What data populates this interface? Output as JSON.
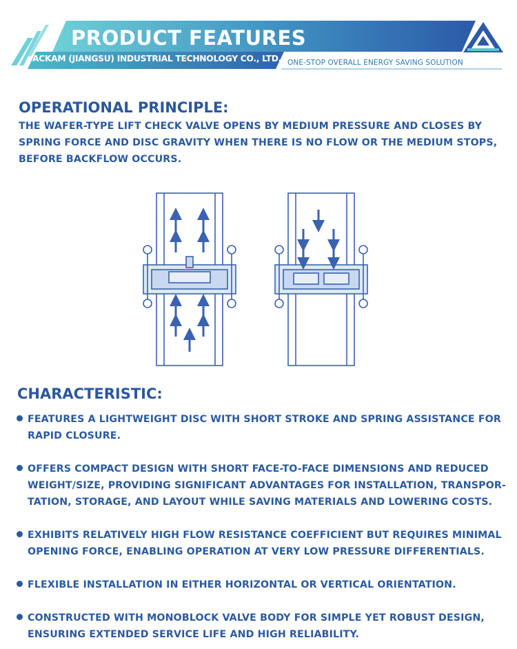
{
  "header": {
    "title": "PRODUCT FEATURES",
    "company": "ACKAM (JIANGSU) INDUSTRIAL TECHNOLOGY CO., LTD.",
    "slogan": "ONE-STOP OVERALL ENERGY SAVING SOLUTION",
    "logo_icon": "triangle-a-logo"
  },
  "principle": {
    "heading": "OPERATIONAL PRINCIPLE:",
    "lines": [
      "THE WAFER-TYPE LIFT CHECK VALVE OPENS BY MEDIUM PRESSURE AND CLOSES BY",
      "SPRING FORCE AND DISC GRAVITY WHEN THERE IS NO FLOW OR THE MEDIUM STOPS,",
      "BEFORE BACKFLOW OCCURS."
    ]
  },
  "diagram": {
    "left_icon": "valve-open-diagram",
    "right_icon": "valve-closed-diagram"
  },
  "characteristic": {
    "heading": "CHARACTERISTIC:",
    "items": [
      {
        "lines": [
          "FEATURES A LIGHTWEIGHT DISC WITH SHORT STROKE AND SPRING ASSISTANCE FOR",
          "RAPID CLOSURE."
        ]
      },
      {
        "lines": [
          "OFFERS COMPACT DESIGN WITH SHORT FACE-TO-FACE DIMENSIONS AND REDUCED",
          "WEIGHT/SIZE, PROVIDING SIGNIFICANT ADVANTAGES FOR INSTALLATION, TRANSPOR-",
          "TATION, STORAGE, AND LAYOUT WHILE SAVING MATERIALS AND LOWERING COSTS."
        ]
      },
      {
        "lines": [
          "EXHIBITS RELATIVELY HIGH FLOW RESISTANCE COEFFICIENT BUT REQUIRES MINIMAL",
          "OPENING FORCE, ENABLING OPERATION AT VERY LOW PRESSURE DIFFERENTIALS."
        ]
      },
      {
        "lines": [
          "FLEXIBLE INSTALLATION IN EITHER HORIZONTAL OR VERTICAL ORIENTATION."
        ]
      },
      {
        "lines": [
          "CONSTRUCTED WITH MONOBLOCK VALVE BODY FOR SIMPLE YET ROBUST DESIGN,",
          "ENSURING EXTENDED SERVICE LIFE AND HIGH RELIABILITY."
        ]
      }
    ]
  },
  "colors": {
    "banner_start": "#5cc3d4",
    "banner_end": "#2c5aa8",
    "text": "#2a5aa0",
    "slogan": "#2b7bb0"
  }
}
